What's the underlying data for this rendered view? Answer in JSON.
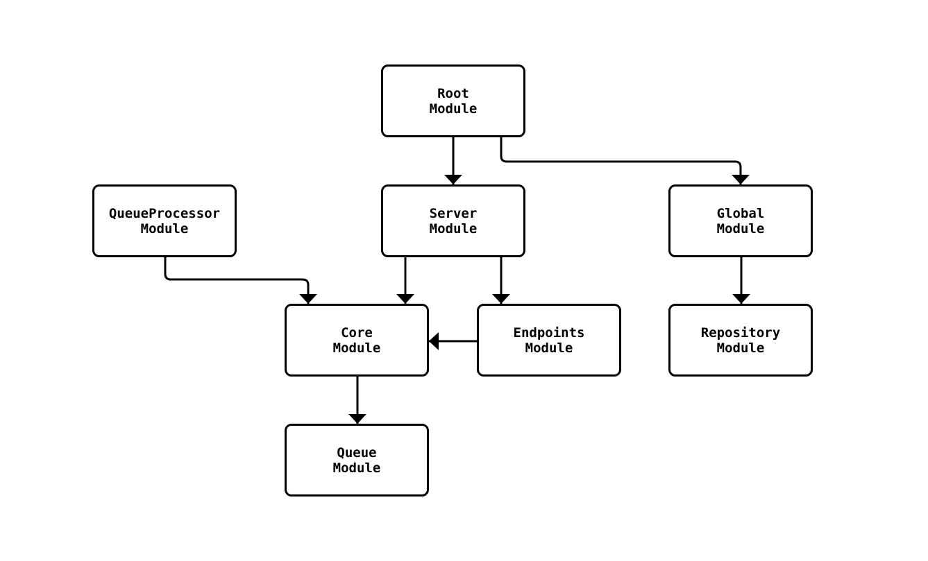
{
  "diagram": {
    "type": "flowchart",
    "colors": {
      "background": "#ffffff",
      "line": "#000000",
      "node_fill": "#ffffff",
      "text": "#000000"
    },
    "nodes": [
      {
        "id": "root",
        "line1": "Root",
        "line2": "Module"
      },
      {
        "id": "server",
        "line1": "Server",
        "line2": "Module"
      },
      {
        "id": "queueprocessor",
        "line1": "QueueProcessor",
        "line2": "Module"
      },
      {
        "id": "global",
        "line1": "Global",
        "line2": "Module"
      },
      {
        "id": "core",
        "line1": "Core",
        "line2": "Module"
      },
      {
        "id": "endpoints",
        "line1": "Endpoints",
        "line2": "Module"
      },
      {
        "id": "repository",
        "line1": "Repository",
        "line2": "Module"
      },
      {
        "id": "queue",
        "line1": "Queue",
        "line2": "Module"
      }
    ],
    "edges": [
      {
        "from": "Root Module",
        "to": "Server Module"
      },
      {
        "from": "Root Module",
        "to": "Global Module"
      },
      {
        "from": "QueueProcessor Module",
        "to": "Core Module"
      },
      {
        "from": "Server Module",
        "to": "Core Module"
      },
      {
        "from": "Server Module",
        "to": "Endpoints Module"
      },
      {
        "from": "Endpoints Module",
        "to": "Core Module"
      },
      {
        "from": "Core Module",
        "to": "Queue Module"
      },
      {
        "from": "Global Module",
        "to": "Repository Module"
      }
    ]
  }
}
